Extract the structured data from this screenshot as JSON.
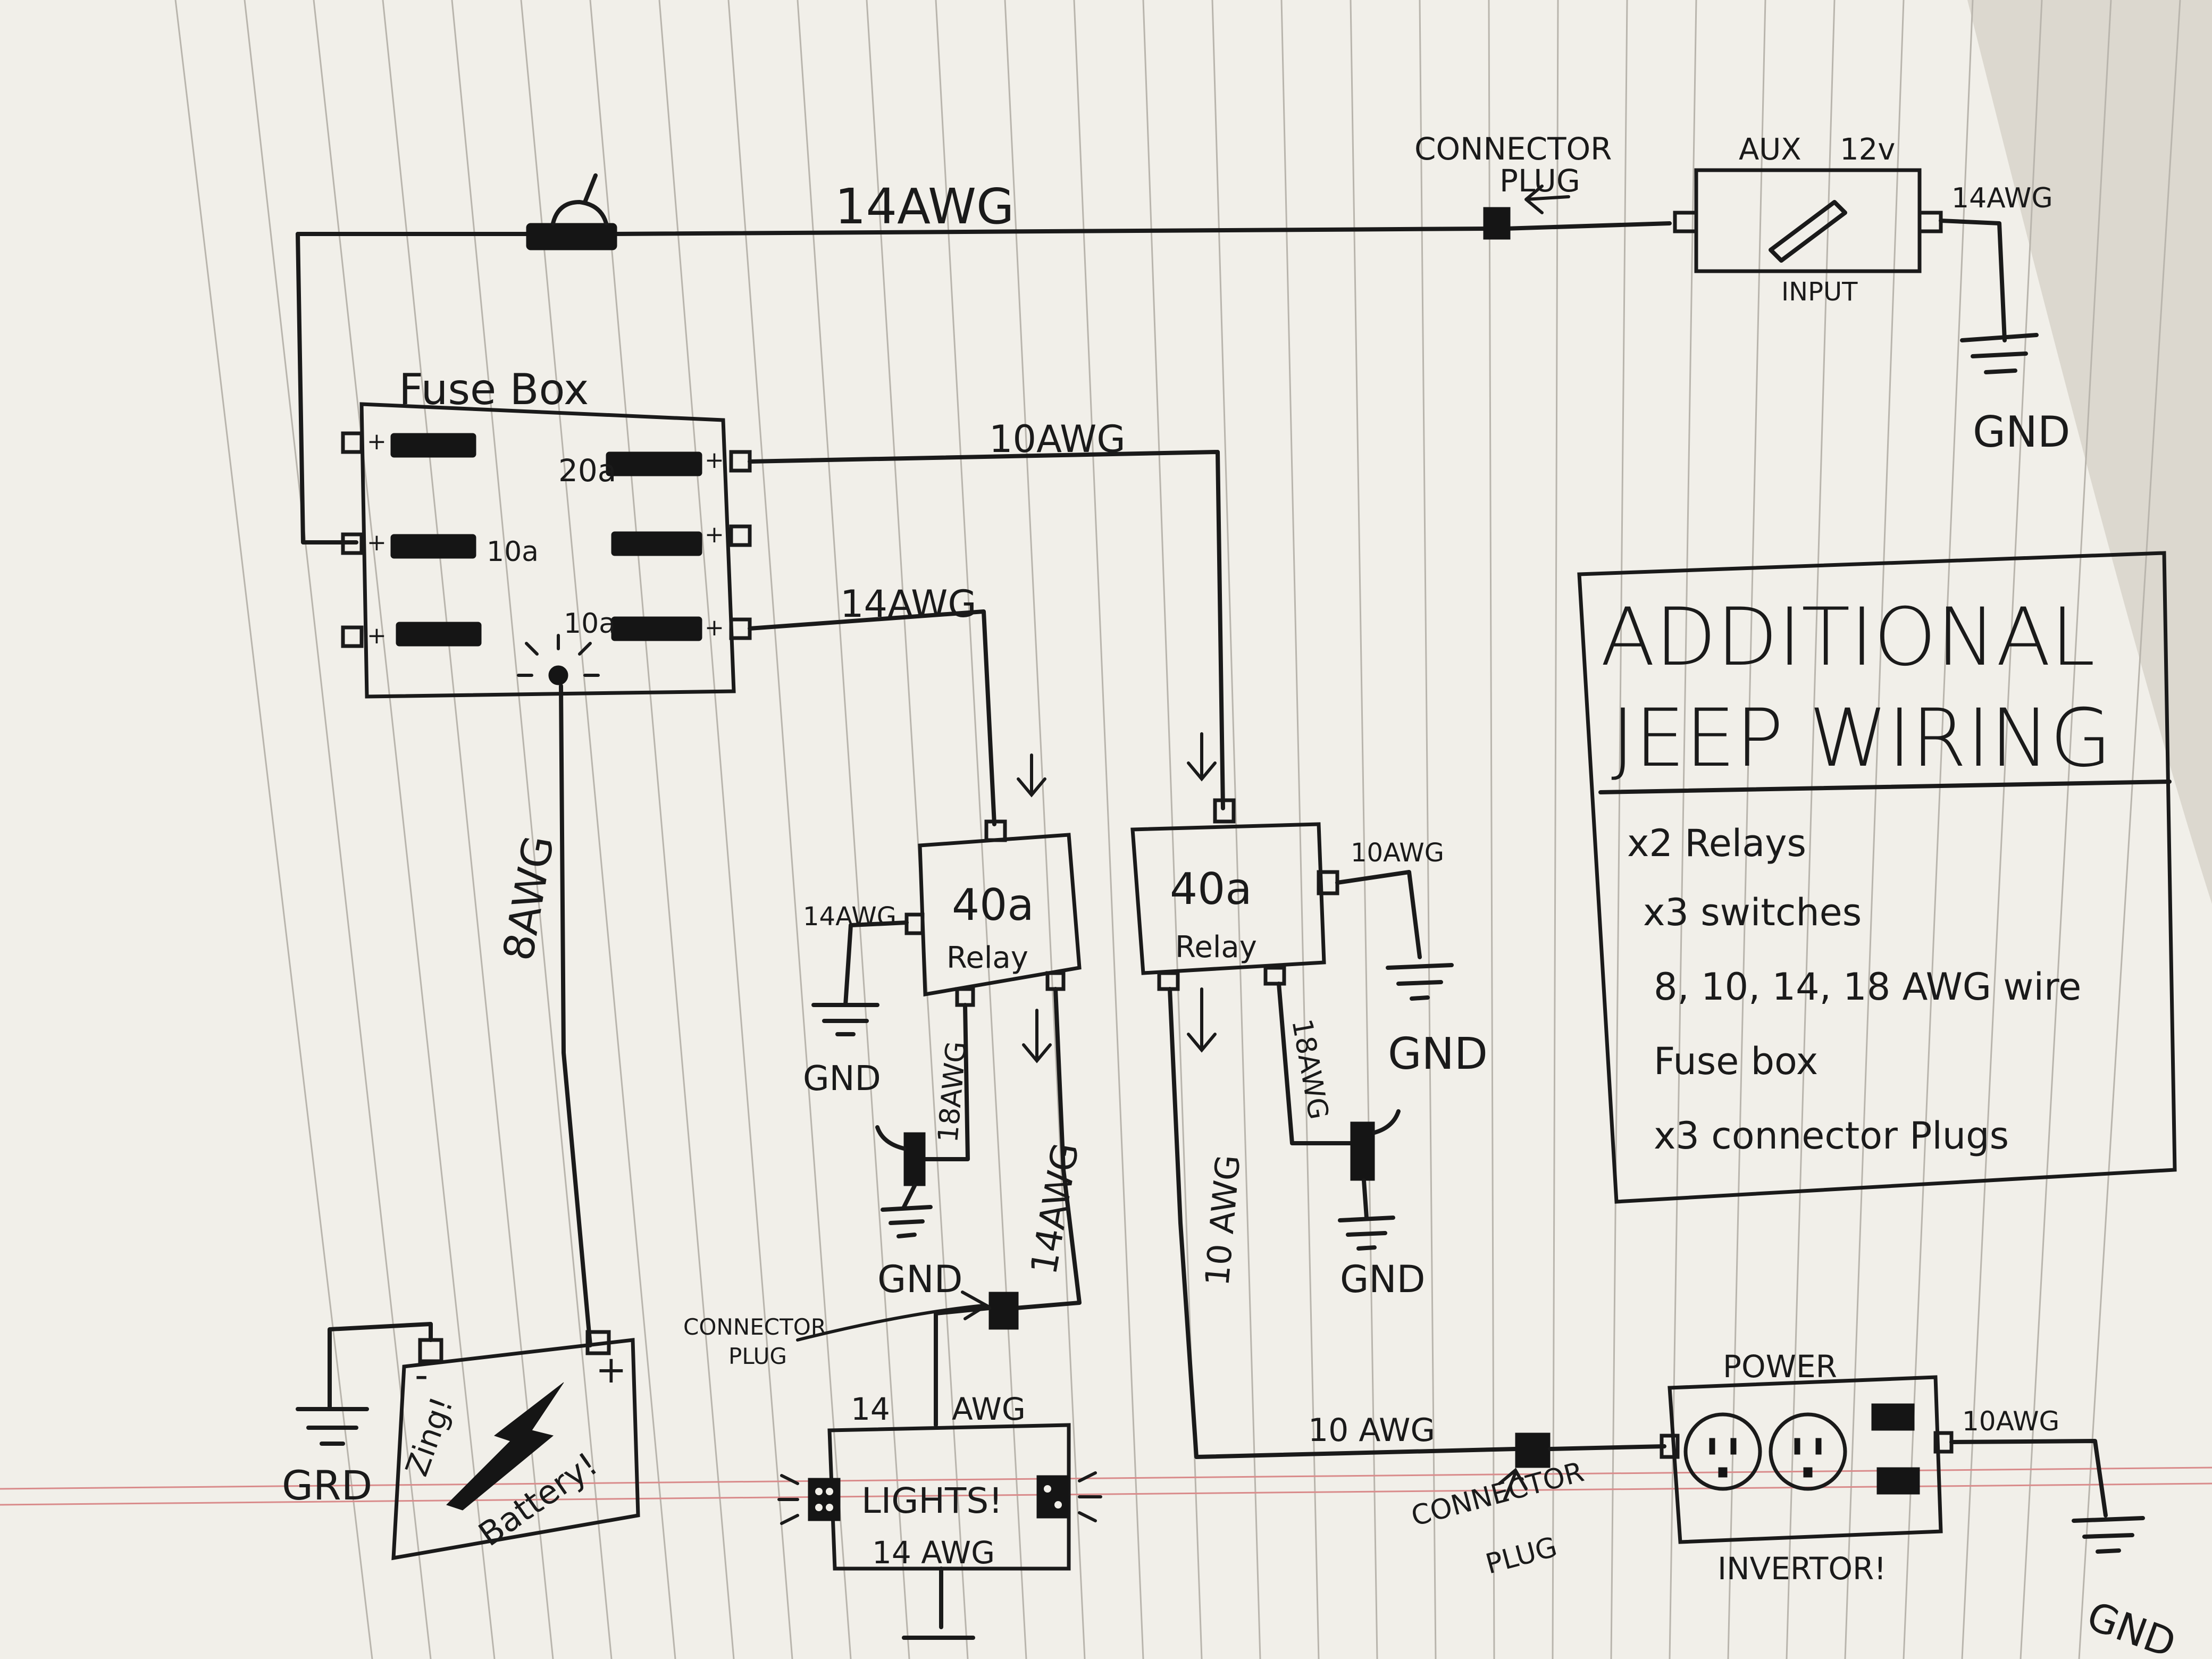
{
  "title": {
    "line1": "ADDITIONAL",
    "line2": "JEEP WIRING"
  },
  "parts_list": [
    "x2 Relays",
    "x3 switches",
    "8, 10, 14, 18 AWG wire",
    "Fuse box",
    "x3 connector Plugs"
  ],
  "fuse_box": {
    "label": "Fuse Box",
    "ratings": {
      "r1": "20a",
      "r2": "10a",
      "r3": "10a"
    },
    "plus": "+"
  },
  "wire_labels": {
    "top_14": "14AWG",
    "fuse_to_relay2": "10AWG",
    "fuse_to_relay1": "14AWG",
    "battery_feed": "8AWG",
    "relay1_ground": "14AWG",
    "relay1_switch": "18AWG",
    "relay1_lights": "14AWG",
    "relay2_ground": "10AWG",
    "relay2_switch": "18AWG",
    "relay2_inverter": "10 AWG",
    "bottom_10": "10 AWG",
    "lights_top_a": "14",
    "lights_top_b": "AWG",
    "lights_bottom": "14 AWG",
    "aux_ground": "14AWG",
    "inverter_ground": "10AWG"
  },
  "relays": [
    {
      "rating": "40a",
      "label": "Relay"
    },
    {
      "rating": "40a",
      "label": "Relay"
    }
  ],
  "aux": {
    "label_a": "AUX",
    "label_b": "12v",
    "input": "INPUT"
  },
  "connector_labels": {
    "top_a": "CONNECTOR",
    "top_b": "PLUG",
    "lights_a": "CONNECTOR",
    "lights_b": "PLUG",
    "inverter_a": "CONNECTOR",
    "inverter_b": "PLUG"
  },
  "ground_labels": {
    "aux": "GND",
    "relay1": "GND",
    "relay1_switch": "GND",
    "relay2": "GND",
    "relay2_switch": "GND",
    "battery": "GRD",
    "inverter": "GND"
  },
  "battery": {
    "zing": "Zing!",
    "label": "Battery!",
    "plus": "+",
    "minus": "-"
  },
  "lights": {
    "label": "LIGHTS!"
  },
  "inverter": {
    "power": "POWER",
    "label": "INVERTOR!"
  },
  "colors": {
    "ink": "#1a1a1a",
    "paper": "#f1efe9",
    "rule": "#b9b5ad",
    "margin": "#d98b8b"
  }
}
